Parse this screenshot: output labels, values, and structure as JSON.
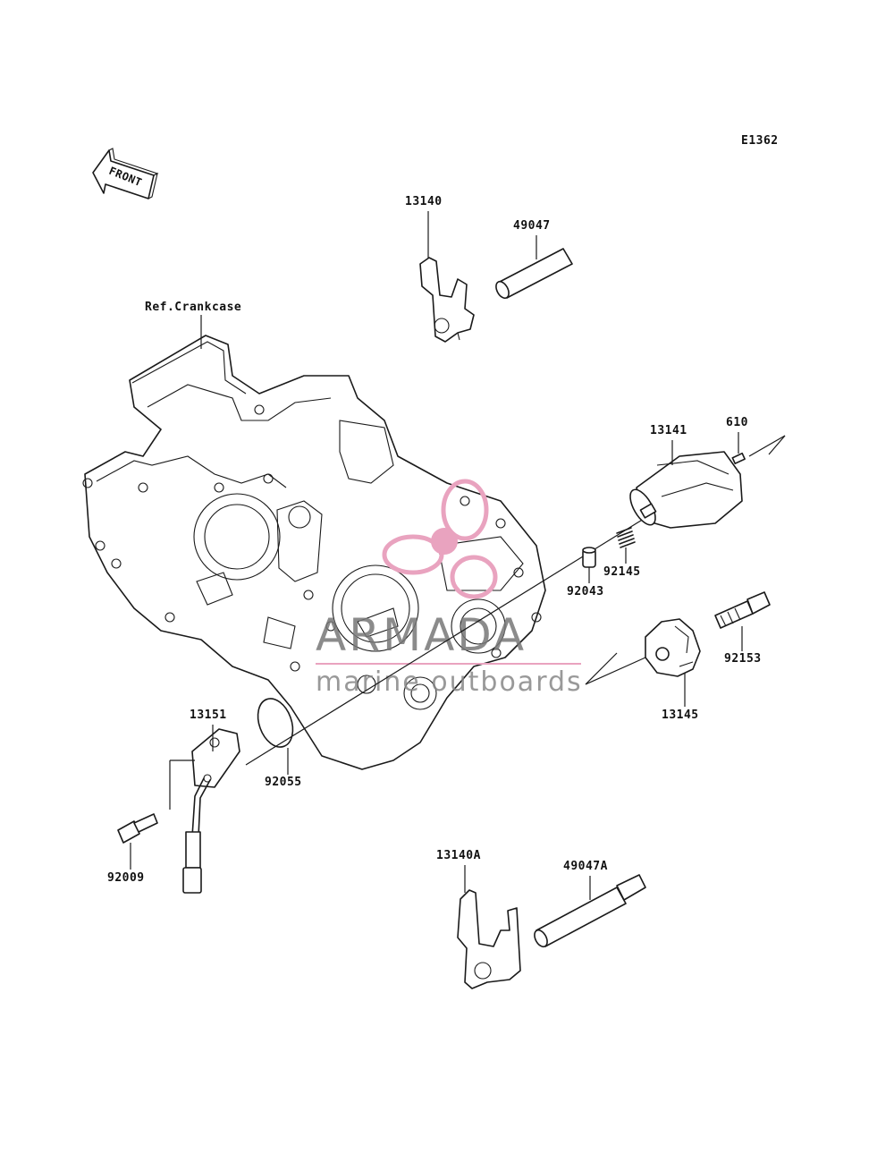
{
  "diagram_code": "E1362",
  "front_label": "FRONT",
  "ref_label": "Ref.Crankcase",
  "parts": {
    "p13140": "13140",
    "p49047": "49047",
    "p13141": "13141",
    "p610": "610",
    "p92145": "92145",
    "p92043": "92043",
    "p92153": "92153",
    "p13145": "13145",
    "p13151": "13151",
    "p92055": "92055",
    "p92009": "92009",
    "p13140A": "13140A",
    "p49047A": "49047A"
  },
  "watermark": {
    "brand": "ARMADA",
    "tagline": "marine outboards",
    "logo_color": "#e9a3bf",
    "line_color": "#e9a3bf"
  }
}
